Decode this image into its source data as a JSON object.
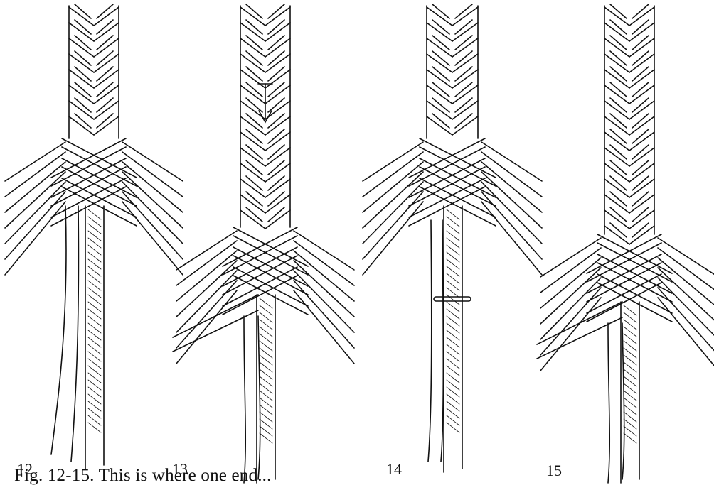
{
  "figure": {
    "panels": [
      {
        "number": "12"
      },
      {
        "number": "13"
      },
      {
        "number": "14"
      },
      {
        "number": "15"
      }
    ],
    "caption": "Fig. 12-15. This is where one end..."
  }
}
